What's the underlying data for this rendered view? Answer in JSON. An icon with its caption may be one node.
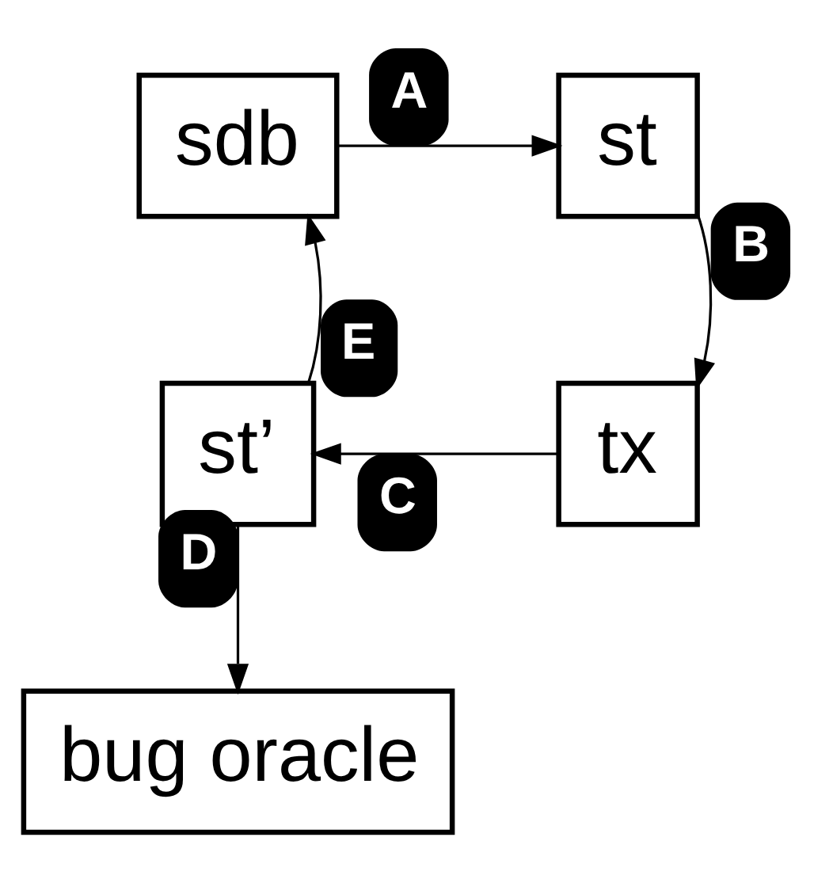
{
  "diagram": {
    "nodes": [
      {
        "text": [
          "sdb"
        ]
      },
      {
        "text": [
          "st"
        ]
      },
      {
        "text": [
          "st’"
        ]
      },
      {
        "text": [
          "tx"
        ]
      },
      {
        "text": [
          "bug oracle"
        ]
      }
    ],
    "edges": [
      {
        "from": 0,
        "to": 1,
        "arrow": "to",
        "label": "A"
      },
      {
        "from": 1,
        "to": 3,
        "arrow": "to",
        "label": "B"
      },
      {
        "from": 3,
        "to": 2,
        "arrow": "to",
        "label": "C"
      },
      {
        "from": 2,
        "to": 4,
        "arrow": "to",
        "label": "D"
      },
      {
        "from": 2,
        "to": 0,
        "arrow": "to",
        "label": "E"
      }
    ]
  }
}
